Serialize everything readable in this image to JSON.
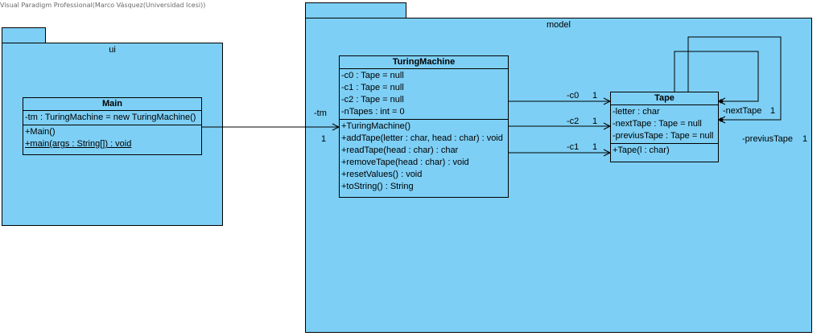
{
  "watermark": "Visual Paradigm Professional(Marco Vásquez(Universidad Icesi))",
  "packages": {
    "ui": {
      "name": "ui"
    },
    "model": {
      "name": "model"
    }
  },
  "classes": {
    "main": {
      "name": "Main",
      "attributes": [
        "-tm : TuringMachine = new TuringMachine()"
      ],
      "operations": [
        "+Main()",
        "+main(args : String[]) : void"
      ]
    },
    "turing": {
      "name": "TuringMachine",
      "attributes": [
        "-c0 : Tape = null",
        "-c1 : Tape = null",
        "-c2 : Tape = null",
        "-nTapes : int = 0"
      ],
      "operations": [
        "+TuringMachine()",
        "+addTape(letter : char, head : char) : void",
        "+readTape(head : char) : char",
        "+removeTape(head : char) : void",
        "+resetValues() : void",
        "+toString() : String"
      ]
    },
    "tape": {
      "name": "Tape",
      "attributes": [
        "-letter : char",
        "-nextTape : Tape = null",
        "-previusTape : Tape = null"
      ],
      "operations": [
        "+Tape(l : char)"
      ]
    }
  },
  "associations": {
    "tm": {
      "role": "-tm",
      "mult": "1"
    },
    "c0": {
      "role": "-c0",
      "mult": "1"
    },
    "c2": {
      "role": "-c2",
      "mult": "1"
    },
    "c1": {
      "role": "-c1",
      "mult": "1"
    },
    "nextTape": {
      "role": "-nextTape",
      "mult": "1"
    },
    "previusTape": {
      "role": "-previusTape",
      "mult": "1"
    }
  },
  "colors": {
    "fill": "#7dcff5",
    "line": "#000000"
  }
}
